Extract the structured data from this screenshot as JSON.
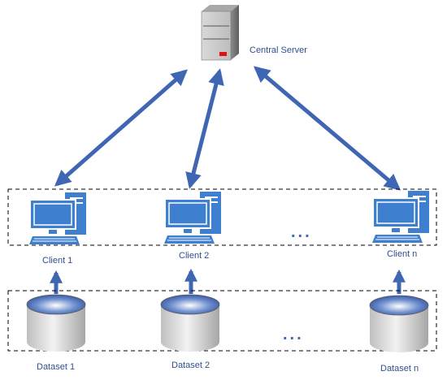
{
  "server": {
    "label": "Central Server",
    "icon": "server-tower-icon"
  },
  "clients": [
    {
      "label": "Client 1"
    },
    {
      "label": "Client 2"
    },
    {
      "label": "Client n"
    }
  ],
  "datasets": [
    {
      "label": "Dataset 1"
    },
    {
      "label": "Dataset 2"
    },
    {
      "label": "Dataset n"
    }
  ],
  "ellipsis": "...",
  "colors": {
    "arrow": "#3f66b3",
    "computer": "#3f7fd0",
    "label": "#2f4f8f",
    "database_top": "#4a6fb5",
    "database_body": "#e6e6e6"
  }
}
